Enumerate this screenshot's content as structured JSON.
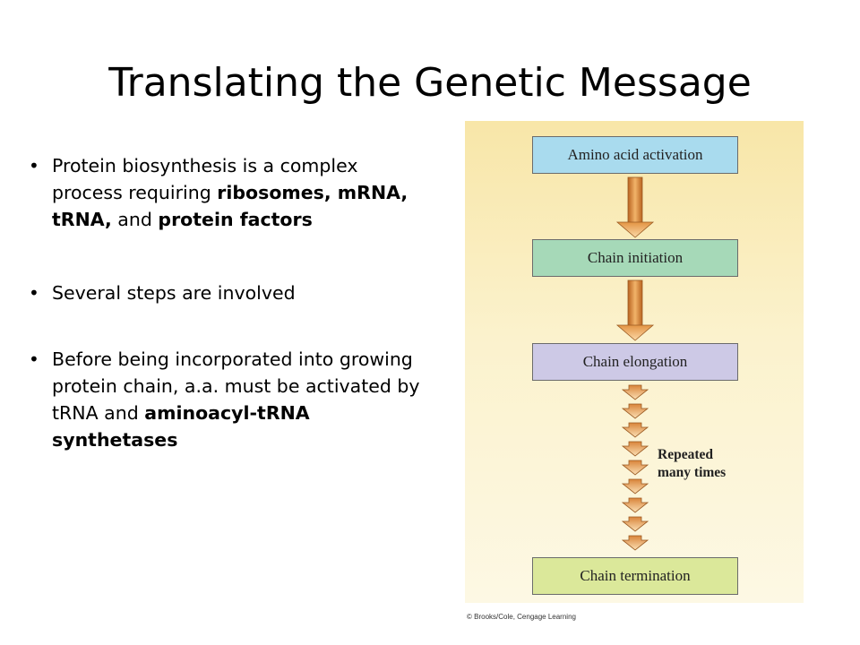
{
  "slide": {
    "title": "Translating the Genetic Message",
    "bullets": [
      {
        "parts": [
          {
            "text": "Protein biosynthesis is a complex process requiring ",
            "bold": false
          },
          {
            "text": "ribosomes, mRNA, tRNA,",
            "bold": true
          },
          {
            "text": " and ",
            "bold": false
          },
          {
            "text": "protein factors",
            "bold": true
          }
        ]
      },
      {
        "parts": [
          {
            "text": "Several steps are involved",
            "bold": false
          }
        ]
      },
      {
        "parts": [
          {
            "text": "Before being incorporated into growing protein chain, a.a. must be activated by tRNA and ",
            "bold": false
          },
          {
            "text": "aminoacyl-tRNA synthetases",
            "bold": true
          }
        ]
      }
    ]
  },
  "diagram": {
    "stages": [
      {
        "label": "Amino acid activation",
        "color": "#a9dbee"
      },
      {
        "label": "Chain initiation",
        "color": "#a6d9b8"
      },
      {
        "label": "Chain elongation",
        "color": "#cdc9e6"
      },
      {
        "label": "Chain termination",
        "color": "#dbe89a"
      }
    ],
    "repeat_label_line1": "Repeated",
    "repeat_label_line2": "many times",
    "arrow_color": "#e8a85c",
    "credit": "© Brooks/Cole, Cengage Learning"
  }
}
